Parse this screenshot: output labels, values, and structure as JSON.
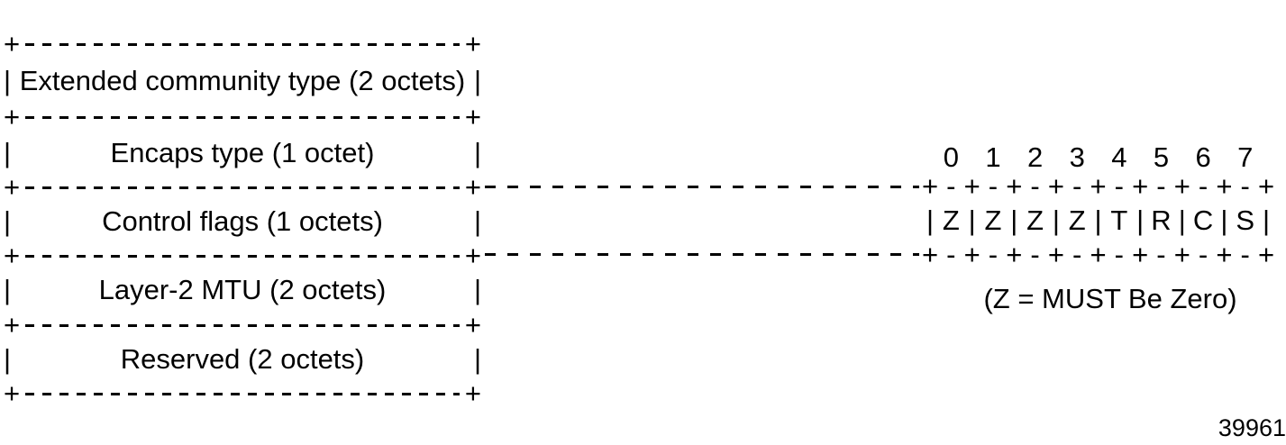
{
  "figure": {
    "packet_box": {
      "fields": [
        "Extended community type (2 octets)",
        "Encaps type (1 octet)",
        "Control flags (1 octets)",
        "Layer-2 MTU (2 octets)",
        "Reserved (2 octets)"
      ]
    },
    "flags_box": {
      "bit_numbers": [
        "0",
        "1",
        "2",
        "3",
        "4",
        "5",
        "6",
        "7"
      ],
      "flags": [
        "Z",
        "Z",
        "Z",
        "Z",
        "T",
        "R",
        "C",
        "S"
      ],
      "note": "(Z = MUST Be Zero)"
    },
    "glyphs": {
      "plus": "+",
      "dash": "-",
      "pipe": "|"
    },
    "figure_number": "39961",
    "colors": {
      "ink": "#000000",
      "background": "#ffffff"
    }
  }
}
